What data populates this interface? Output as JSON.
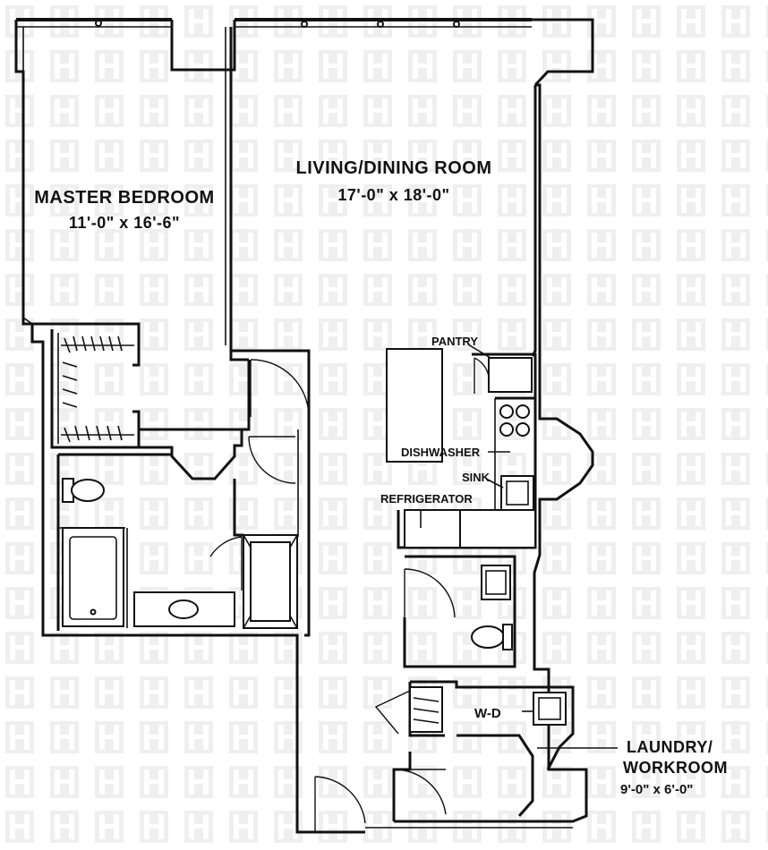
{
  "rooms": {
    "master_bedroom": {
      "name": "MASTER BEDROOM",
      "dims": "11'-0\" x 16'-6\""
    },
    "living_dining": {
      "name": "LIVING/DINING ROOM",
      "dims": "17'-0\" x 18'-0\""
    },
    "laundry": {
      "name_line1": "LAUNDRY/",
      "name_line2": "WORKROOM",
      "dims": "9'-0\" x 6'-0\""
    }
  },
  "labels": {
    "pantry": "PANTRY",
    "dishwasher": "DISHWASHER",
    "sink": "SINK",
    "refrigerator": "REFRIGERATOR",
    "washer_dryer": "W-D"
  },
  "colors": {
    "line": "#111111",
    "background": "#ffffff",
    "watermark": "#ececec"
  }
}
